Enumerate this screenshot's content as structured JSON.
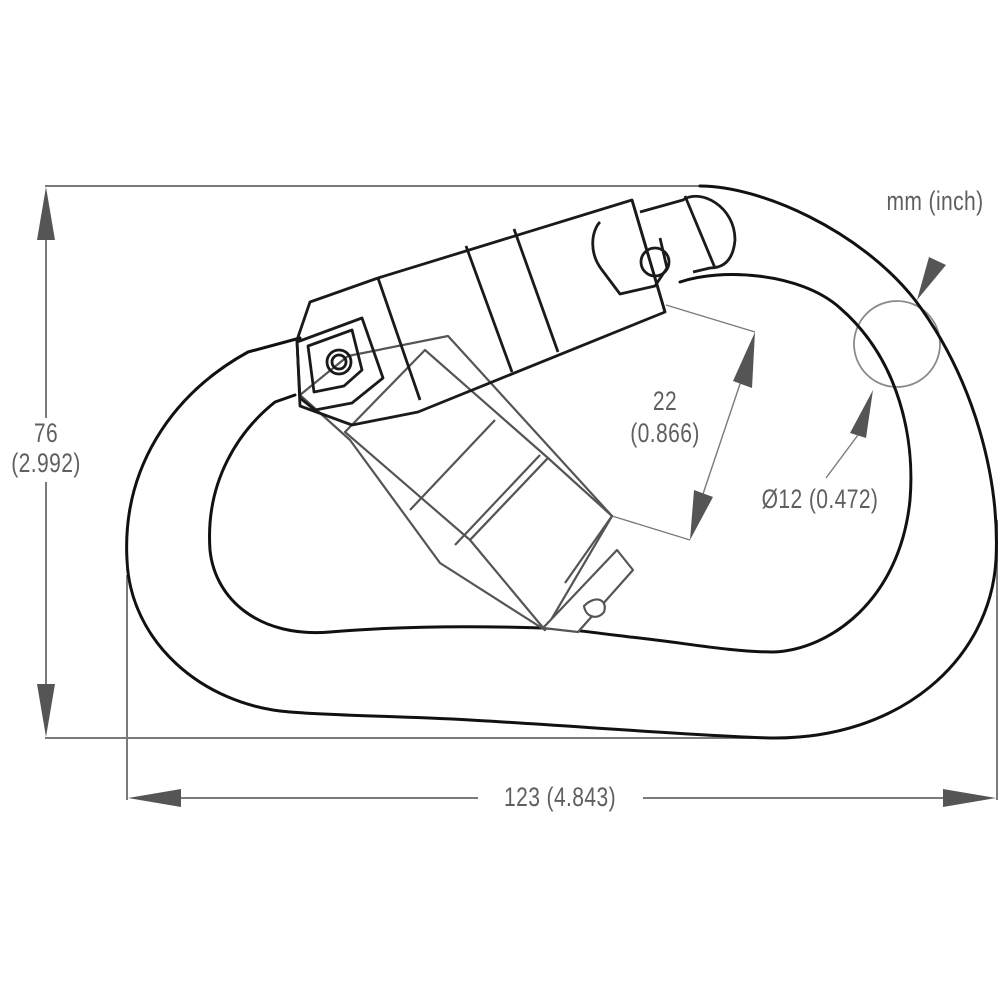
{
  "diagram": {
    "subject": "Carabiner dimension drawing",
    "units_label": "mm (inch)",
    "dimensions": {
      "height": {
        "mm": "76",
        "inch": "(2.992)"
      },
      "length": {
        "label": "123 (4.843)",
        "mm": "123",
        "inch": "(4.843)"
      },
      "gate_opening": {
        "mm": "22",
        "inch": "(0.866)"
      },
      "rod_diameter": {
        "label": "Ø12 (0.472)",
        "mm": "Ø12",
        "inch": "(0.472)"
      }
    },
    "colors": {
      "outline": "#111111",
      "dimension_lines": "#7a7a7a",
      "arrowheads": "#555555",
      "text": "#5f5f5f",
      "background": "#ffffff"
    }
  }
}
